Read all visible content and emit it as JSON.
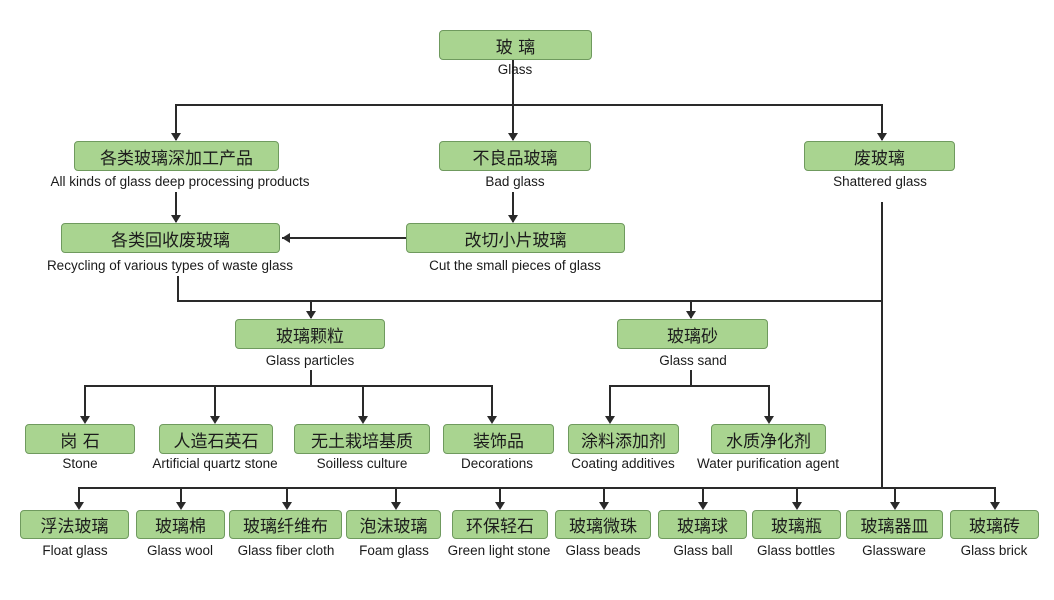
{
  "nodes": {
    "root": {
      "zh": "玻 璃",
      "en": "Glass"
    },
    "deep": {
      "zh": "各类玻璃深加工产品",
      "en": "All kinds of glass deep processing products"
    },
    "bad": {
      "zh": "不良品玻璃",
      "en": "Bad glass"
    },
    "shattered": {
      "zh": "废玻璃",
      "en": "Shattered glass"
    },
    "recycle": {
      "zh": "各类回收废玻璃",
      "en": "Recycling of various types of waste glass"
    },
    "cut": {
      "zh": "改切小片玻璃",
      "en": "Cut the small pieces of glass"
    },
    "particles": {
      "zh": "玻璃颗粒",
      "en": "Glass particles"
    },
    "sand": {
      "zh": "玻璃砂",
      "en": "Glass sand"
    },
    "stone": {
      "zh": "岗 石",
      "en": "Stone"
    },
    "quartz": {
      "zh": "人造石英石",
      "en": "Artificial quartz stone"
    },
    "soilless": {
      "zh": "无土栽培基质",
      "en": "Soilless culture"
    },
    "decor": {
      "zh": "装饰品",
      "en": "Decorations"
    },
    "coating": {
      "zh": "涂料添加剂",
      "en": "Coating additives"
    },
    "water": {
      "zh": "水质净化剂",
      "en": "Water purification agent"
    },
    "float": {
      "zh": "浮法玻璃",
      "en": "Float glass"
    },
    "wool": {
      "zh": "玻璃棉",
      "en": "Glass wool"
    },
    "fiber": {
      "zh": "玻璃纤维布",
      "en": "Glass fiber cloth"
    },
    "foam": {
      "zh": "泡沫玻璃",
      "en": "Foam glass"
    },
    "green": {
      "zh": "环保轻石",
      "en": "Green light stone"
    },
    "beads": {
      "zh": "玻璃微珠",
      "en": "Glass beads"
    },
    "ball": {
      "zh": "玻璃球",
      "en": "Glass ball"
    },
    "bottles": {
      "zh": "玻璃瓶",
      "en": "Glass bottles"
    },
    "ware": {
      "zh": "玻璃器皿",
      "en": "Glassware"
    },
    "brick": {
      "zh": "玻璃砖",
      "en": "Glass brick"
    }
  },
  "colors": {
    "box_fill": "#a9d490",
    "box_border": "#6f9a5e",
    "line": "#2a2a2a"
  }
}
